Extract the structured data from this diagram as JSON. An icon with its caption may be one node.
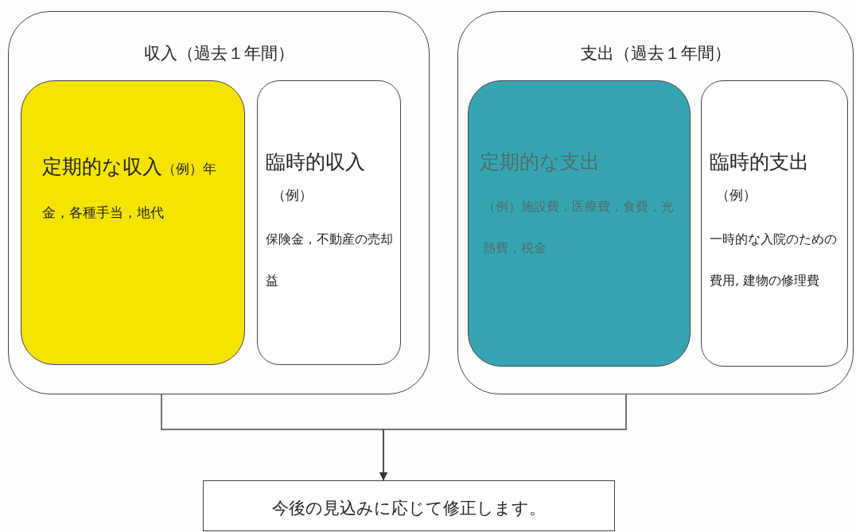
{
  "diagram": {
    "nodes": [
      {
        "text": [
          "収入（過去１年間）"
        ]
      },
      {
        "text": [
          "定期的な収入",
          "（例）年金，各種手当，地代"
        ],
        "in": 0
      },
      {
        "text": [
          "臨時的収入",
          "（例）",
          "保険金，不動産の売却益"
        ],
        "in": 0
      },
      {
        "text": [
          "支出（過去１年間）"
        ]
      },
      {
        "text": [
          "定期的な支出",
          "（例）施設費，医療費，食費，光熱費，税金"
        ],
        "in": 3
      },
      {
        "text": [
          "臨時的支出",
          "（例）",
          "一時的な入院のための費用, 建物の修理費"
        ],
        "in": 3
      },
      {
        "text": [
          "今後の見込みに応じて修正します。"
        ]
      }
    ],
    "edges": [
      {
        "from": 1,
        "to": 6,
        "arrow": "to"
      },
      {
        "from": 4,
        "to": 6,
        "arrow": "to"
      }
    ]
  }
}
